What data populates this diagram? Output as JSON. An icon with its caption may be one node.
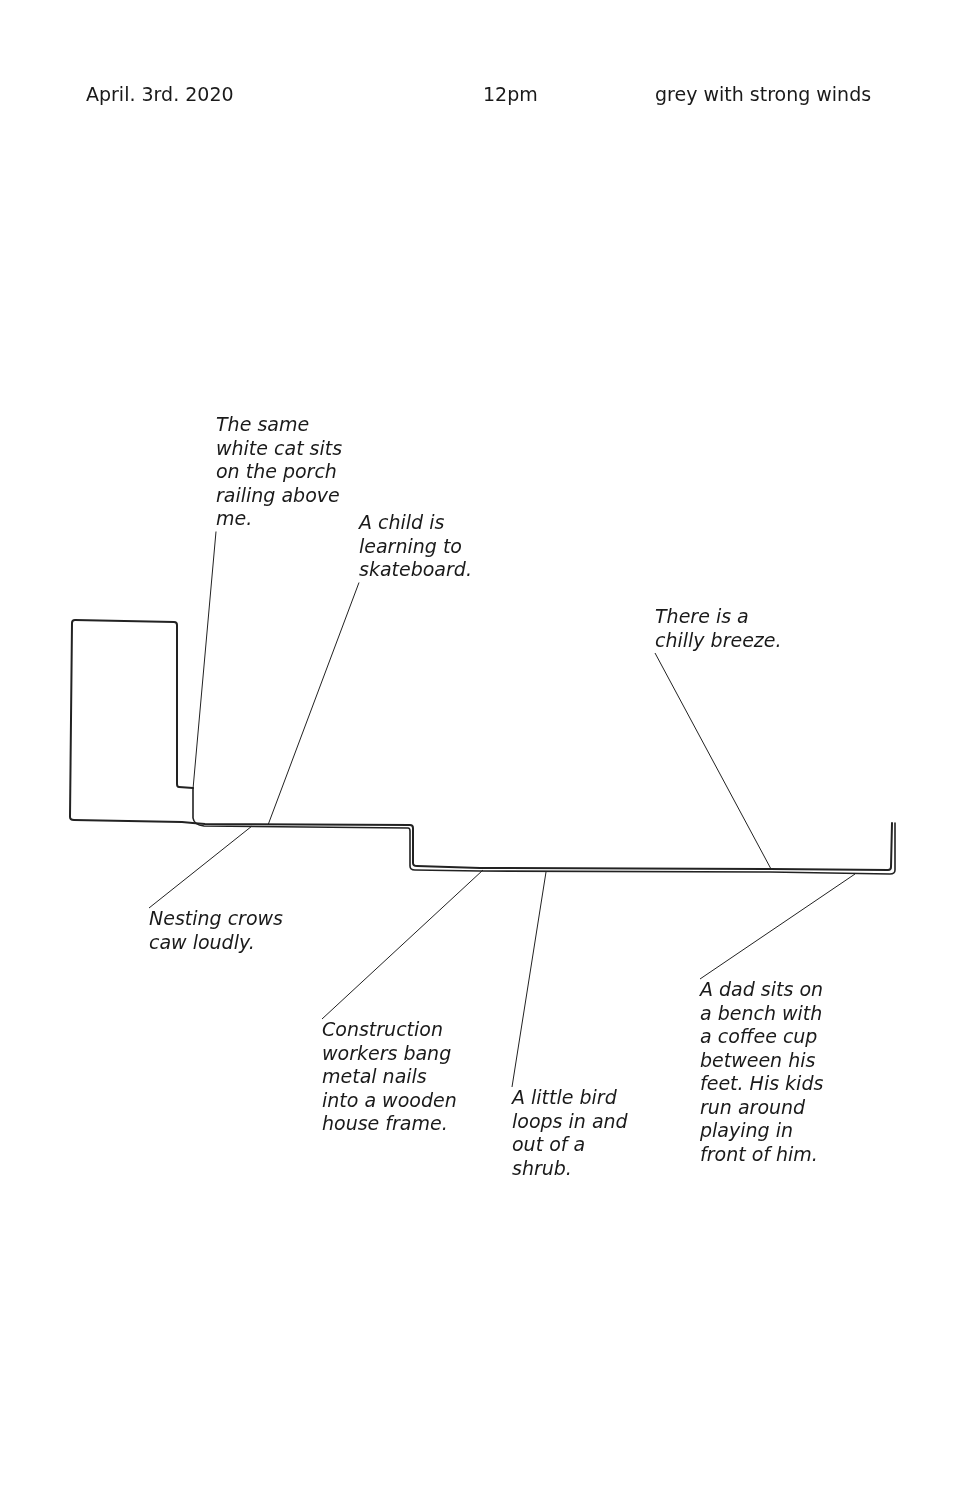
{
  "diagram": {
    "nodes": [
      {
        "text": [
          "The same white cat sits on the porch railing above me."
        ]
      },
      {
        "text": [
          "A child is learning to skateboard."
        ]
      },
      {
        "text": [
          "There is a chilly breeze."
        ]
      },
      {
        "text": [],
        "shape": "picture"
      },
      {
        "text": [
          "Nesting crows caw loudly."
        ]
      },
      {
        "text": [
          "A dad sits on a bench with a coffee cup between his feet. His kids run around playing in front of him."
        ]
      },
      {
        "text": [
          "Construction workers bang metal nails into a wooden house frame."
        ]
      },
      {
        "text": [
          "A little bird loops in and out of a shrub."
        ]
      }
    ],
    "edges": [
      {
        "from": 0,
        "to": 3,
        "arrow": "none"
      },
      {
        "from": 1,
        "to": 3,
        "arrow": "none"
      },
      {
        "from": 2,
        "to": 3,
        "arrow": "none"
      },
      {
        "from": 4,
        "to": 3,
        "arrow": "none"
      },
      {
        "from": 5,
        "to": 3,
        "arrow": "none"
      },
      {
        "from": 6,
        "to": 3,
        "arrow": "none"
      },
      {
        "from": 7,
        "to": 3,
        "arrow": "none"
      }
    ],
    "labels": [
      "April. 3rd. 2020",
      "12pm",
      "grey with strong winds"
    ]
  }
}
